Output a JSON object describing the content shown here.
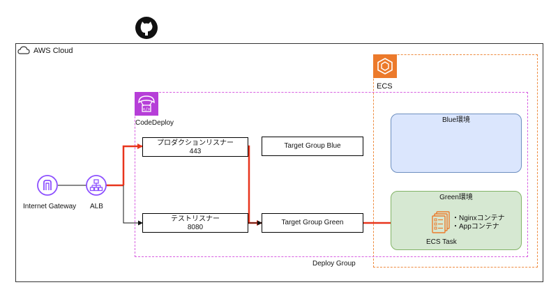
{
  "aws_cloud": {
    "label": "AWS Cloud"
  },
  "ecs": {
    "label": "ECS"
  },
  "codedeploy": {
    "label": "CodeDeploy"
  },
  "deploy_group": {
    "label": "Deploy Group"
  },
  "internet_gateway": {
    "label": "Internet Gateway"
  },
  "alb": {
    "label": "ALB"
  },
  "listeners": {
    "production": {
      "line1": "プロダクションリスナー",
      "line2": "443"
    },
    "test": {
      "line1": "テストリスナー",
      "line2": "8080"
    }
  },
  "target_groups": {
    "blue": "Target Group Blue",
    "green": "Target Group Green"
  },
  "environments": {
    "blue": {
      "label": "Blue環境"
    },
    "green": {
      "label": "Green環境"
    }
  },
  "ecs_task": {
    "label": "ECS Task",
    "containers": [
      "・Nginxコンテナ",
      "・Appコンテナ"
    ]
  },
  "colors": {
    "arrow_red": "#e8341c",
    "codedeploy_purple": "#b63ed8",
    "ecs_orange": "#ec7a2b",
    "vpc_purple": "#8c4fff",
    "blue_env_fill": "#dbe6fd",
    "green_env_fill": "#d6e8d2"
  },
  "icons": [
    "github-icon",
    "cloud-icon",
    "ecs-icon",
    "codedeploy-icon",
    "internet-gateway-icon",
    "alb-icon",
    "ecs-task-icon"
  ]
}
